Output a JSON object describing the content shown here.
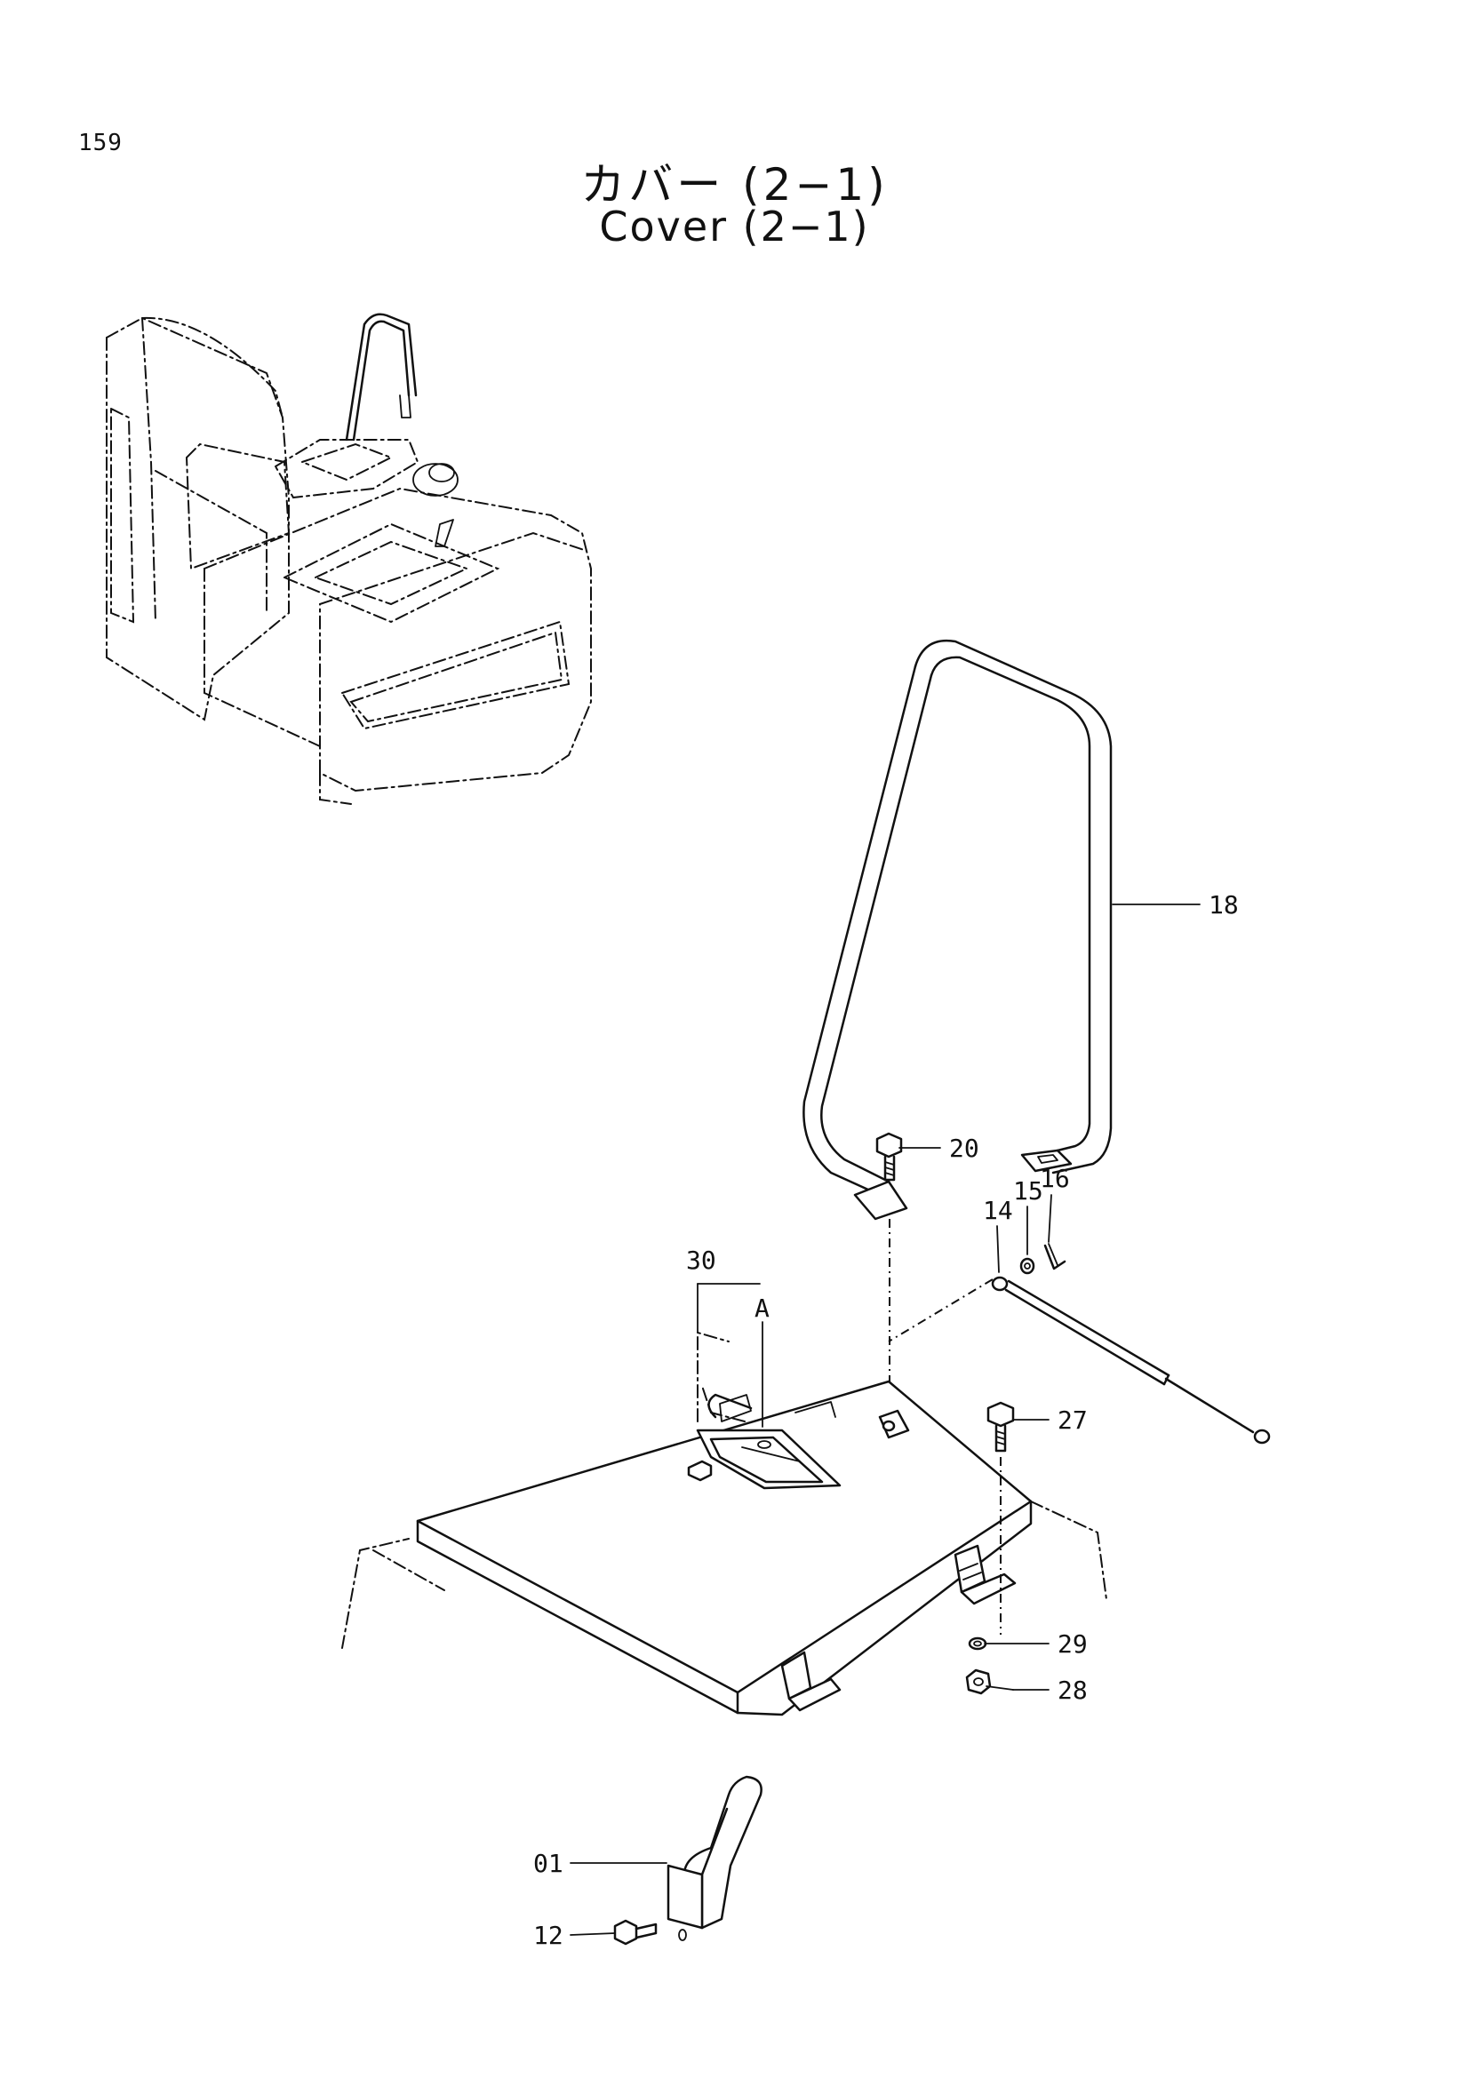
{
  "page": {
    "number": "159",
    "title_jp": "カバー (2−1)",
    "title_en": "Cover (2−1)"
  },
  "callouts": {
    "c18": "18",
    "c20": "20",
    "c14": "14",
    "c15": "15",
    "c16": "16",
    "c30": "30",
    "cA": "A",
    "c27": "27",
    "c29": "29",
    "c28": "28",
    "c01": "01",
    "c12": "12"
  }
}
